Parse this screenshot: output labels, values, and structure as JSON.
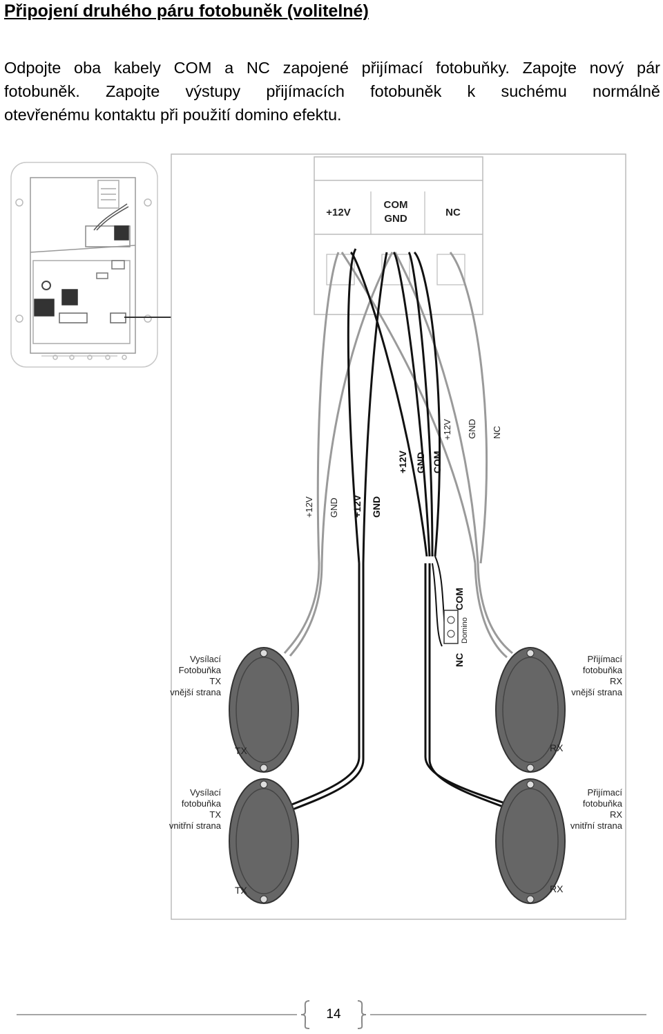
{
  "heading": "Připojení druhého páru fotobuněk (volitelné)",
  "paragraph": {
    "line1": "Odpojte oba kabely COM a NC zapojené přijímací fotobuňky. Zapojte nový pár",
    "line2": "fotobuněk. Zapojte výstupy přijímacích fotobuněk k suchému normálně",
    "line3": "otevřenému kontaktu při použití domino efektu."
  },
  "diagram": {
    "terminals": {
      "t1": "+12V",
      "t2a": "COM",
      "t2b": "GND",
      "t3": "NC"
    },
    "wire_labels": {
      "tx1_12v": "+12V",
      "tx1_gnd": "GND",
      "tx2_12v": "+12V",
      "tx2_gnd": "GND",
      "rx2_12v": "+12V",
      "rx2_gnd": "GND",
      "rx2_com": "COM",
      "rx1_12v": "+12V",
      "rx1_gnd": "GND",
      "rx1_nc": "NC"
    },
    "domino": {
      "com": "COM",
      "nc": "NC",
      "label": "Domino"
    },
    "tx_outer": [
      "Vysílací",
      "Fotobuňka",
      "TX",
      "vnější strana"
    ],
    "tx_inner": [
      "Vysílací",
      "fotobuňka",
      "TX",
      "vnitřní strana"
    ],
    "rx_outer": [
      "Přijímací",
      "fotobuňka",
      "RX",
      "vnější strana"
    ],
    "rx_inner": [
      "Přijímací",
      "fotobuňka",
      "RX",
      "vnitřní strana"
    ],
    "tx_tag": "TX",
    "rx_tag": "RX"
  },
  "footer": {
    "page_number": "14"
  }
}
